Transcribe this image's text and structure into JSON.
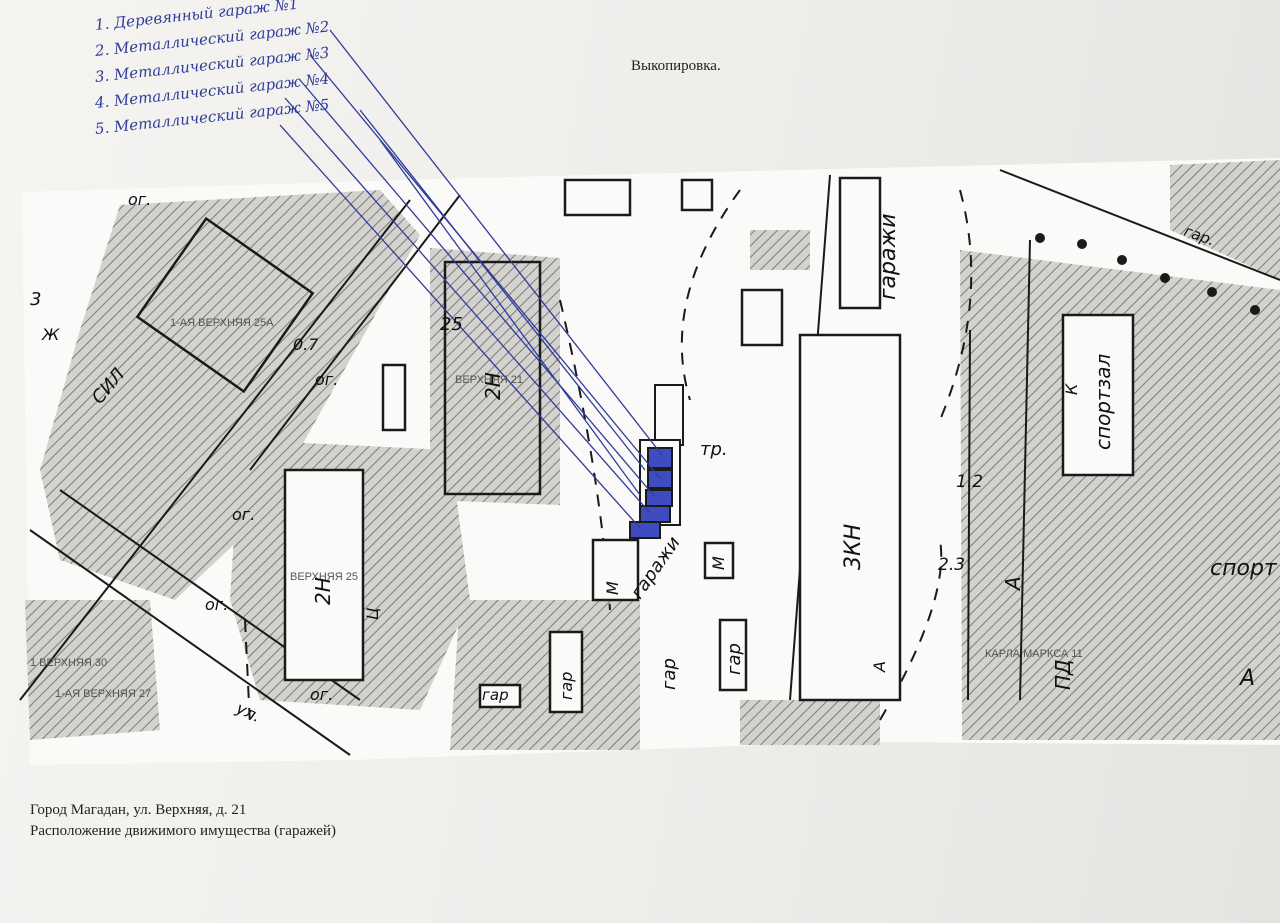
{
  "header": {
    "title": "Выкопировка."
  },
  "legend_handwritten": [
    "1. Деревянный гараж №1",
    "2. Металлический гараж №2",
    "3. Металлический гараж №3",
    "4. Металлический гараж №4",
    "5. Металлический гараж №5"
  ],
  "map": {
    "address_labels": {
      "a1": "1-АЯ ВЕРХНЯЯ 25А",
      "a2": "ВЕРХНЯЯ 21",
      "a3": "ВЕРХНЯЯ 25",
      "a4": "1 ВЕРХНЯЯ 30",
      "a5": "1-АЯ ВЕРХНЯЯ 27",
      "a6": "КАРЛА МАРКСА 11"
    },
    "plan_labels": {
      "garazh_vertical": "гаражи",
      "garazhi_small": "гаражи",
      "sportzal": "спортзал",
      "sport_pl": "спорт пл",
      "zkn_1": "3КН",
      "zkn_2": "2Н",
      "zkn_3": "2Н",
      "sil": "СИЛ",
      "gar_1": "гар",
      "gar_2": "гар",
      "gar_3": "гар",
      "gar_4": "гар",
      "gar_5": "гар.",
      "tr": "тр.",
      "og_1": "ог.",
      "og_2": "ог.",
      "og_3": "ог.",
      "og_4": "ог.",
      "og_5": "ог.",
      "mark_25": "25",
      "mark_23": "2.3",
      "mark_12": "1.2",
      "mark_07": "0.7",
      "mark_3": "3",
      "mark_A1": "А",
      "mark_A2": "А",
      "mark_A3": "А",
      "mark_K": "К",
      "mark_PD": "ПД",
      "mark_M1": "М",
      "mark_M2": "М",
      "mark_Zh": "Ж",
      "mark_C": "Ц",
      "mark_UL": "ул."
    },
    "colors": {
      "ink": "#2f3c9a",
      "map_line": "#1a1a1a",
      "hatch": "#8a8a8a"
    }
  },
  "caption": {
    "line1": "Город Магадан, ул. Верхняя, д. 21",
    "line2": "Расположение движимого имущества (гаражей)"
  }
}
